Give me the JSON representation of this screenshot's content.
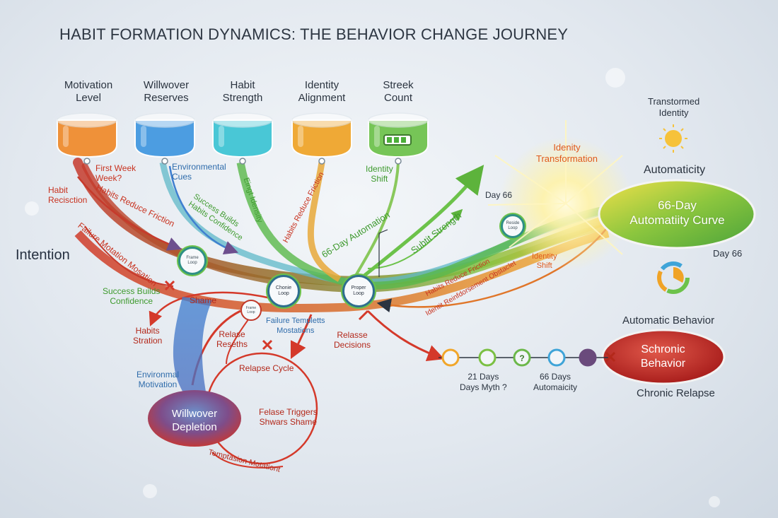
{
  "title": "HABIT FORMATION DYNAMICS: THE BEHAVIOR CHANGE JOURNEY",
  "containers": [
    {
      "label": "Motivation\nLevel",
      "color": "#f08a2a"
    },
    {
      "label": "Willwover\nReserves",
      "color": "#3f97e0"
    },
    {
      "label": "Habit\nStrength",
      "color": "#3cc4d4"
    },
    {
      "label": "Identity\nAlignment",
      "color": "#f0a326"
    },
    {
      "label": "Streek\nCount",
      "color": "#6cc24a"
    }
  ],
  "labels": {
    "intention": "Intention",
    "first_week": "First Week\nWeek?",
    "habit_recisction": "Habit\nRecisction",
    "env_cues": "Environmental\nCues",
    "identity_shift_top": "Identity\nShift",
    "success_builds_conf_left": "Success Builds\nConfidence",
    "shame": "Shame",
    "habits_stration": "Habits\nStration",
    "relase_reseths": "Relase\nReseths",
    "failure_templetts": "Failure Templetts\nMostations",
    "relasse_decisions": "Relasse\nDecisions",
    "env_motivation": "Environmal\nMotivation",
    "relapse_cycle": "Relapse Cycle",
    "felase_triggers": "Felase Triggers\nShwars Shame",
    "temptation": "Temptasion Motationt",
    "transformed_identity": "Transtormed\nIdentity",
    "identity_transformation": "Idenity\nTransformation",
    "automaticity": "Automaticity",
    "day66_top": "Day 66",
    "day66_right": "Day 66",
    "identity_shift_right": "Identity\nShift",
    "automatic_behavior": "Automatic Behavior",
    "chronic_relapse": "Chronic Relapse",
    "days21": "21 Days\nDays Myth ?",
    "days66": "66 Days\nAutomaicity"
  },
  "flow_labels": {
    "reduce_friction": "Habits Reduce Friction",
    "failure_mutation": "Failure Motation Mosation",
    "success_builds": "Success Builds\nHabits Confidence",
    "eingt_identity": "Eingt Idensity",
    "reduce_friction_2": "Habits Reduce Friction",
    "automation_66": "66-Day Automation",
    "habit_strength": "Subtit Strength",
    "reduce_friction_3": "Habits Reduce Friction",
    "reinforcement": "Identit Reinfdorsement Obstaclet"
  },
  "nodes": {
    "left_small": "Frame\nLoop",
    "cue_loop": "Chonie\nLoop",
    "reward_loop": "Proper\nLoop",
    "relapse_node": "Frame\nLoop",
    "green_node": "Reside\nLoop"
  },
  "ellipses": {
    "willpower": "Willwover\nDepletion",
    "automaticity_curve": "66-Day\nAutomatiity Curve",
    "chronic": "Schronic\nBehavior"
  },
  "timeline": [
    {
      "color": "#f1a62a",
      "glyph": ""
    },
    {
      "color": "#7bc043",
      "glyph": ""
    },
    {
      "color": "#6cb84a",
      "glyph": "?"
    },
    {
      "color": "#3fa4d8",
      "glyph": ""
    },
    {
      "color": "#6a4a7c",
      "glyph": ""
    }
  ],
  "colors": {
    "red": "#d4392a",
    "green": "#6cc24a",
    "orange": "#f0a326",
    "blue": "#3f97e0"
  }
}
